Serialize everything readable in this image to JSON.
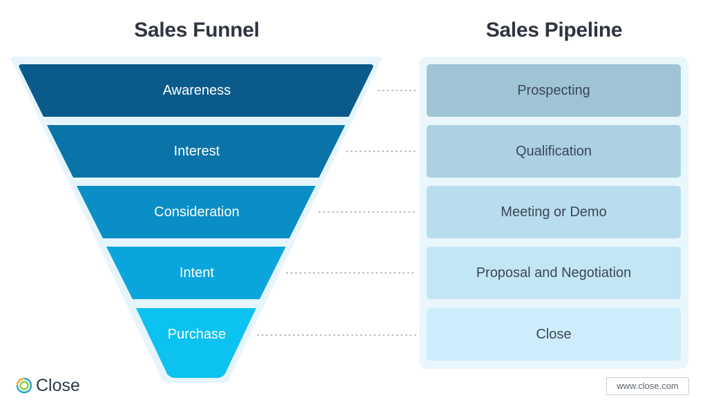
{
  "funnel": {
    "title": "Sales Funnel",
    "stages": [
      {
        "label": "Awareness",
        "color": "#0a5b8b"
      },
      {
        "label": "Interest",
        "color": "#0a74a9"
      },
      {
        "label": "Consideration",
        "color": "#0b8ec5"
      },
      {
        "label": "Intent",
        "color": "#0aa5dc"
      },
      {
        "label": "Purchase",
        "color": "#0cc2f0"
      }
    ],
    "outline_color": "#e6f5fc"
  },
  "pipeline": {
    "title": "Sales Pipeline",
    "stages": [
      {
        "label": "Prospecting",
        "color": "#9fc5d4"
      },
      {
        "label": "Qualification",
        "color": "#abd1e2"
      },
      {
        "label": "Meeting or Demo",
        "color": "#b8ddee"
      },
      {
        "label": "Proposal and Negotiation",
        "color": "#c3e6f5"
      },
      {
        "label": "Close",
        "color": "#cdedfa"
      }
    ]
  },
  "footer": {
    "logo_text": "Close",
    "url": "www.close.com"
  }
}
